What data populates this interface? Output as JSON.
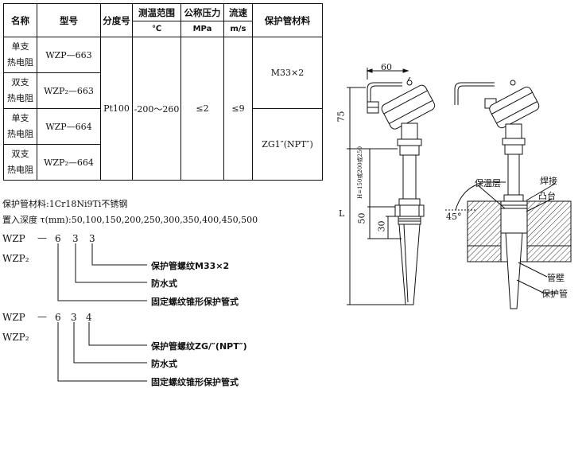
{
  "table": {
    "headers": {
      "name": "名称",
      "model": "型号",
      "graduation": "分度号",
      "range": "测温范围",
      "range_unit": "℃",
      "pressure": "公称压力",
      "pressure_unit": "MPa",
      "flow": "流速",
      "flow_unit": "m/s",
      "material": "保护管材料"
    },
    "rows": [
      {
        "name_line1": "单支",
        "name_line2": "热电阻",
        "model": "WZP—663"
      },
      {
        "name_line1": "双支",
        "name_line2": "热电阻",
        "model": "WZP₂—663"
      },
      {
        "name_line1": "单支",
        "name_line2": "热电阻",
        "model": "WZP—664"
      },
      {
        "name_line1": "双支",
        "name_line2": "热电阻",
        "model": "WZP₂—664"
      }
    ],
    "graduation": "Pt100",
    "range": "-200～260",
    "pressure": "≤2",
    "flow": "≤9",
    "material_663": "M33×2",
    "material_664": "ZG1″(NPT″)"
  },
  "notes": {
    "material_line": "保护管材料:1Cr18Ni9Ti不锈钢",
    "depth_line": "置入深度 τ(mm):50,100,150,200,250,300,350,400,450,500"
  },
  "codes": [
    {
      "line1": "WZP",
      "line2": "WZP₂",
      "dash": "—",
      "d1": "6",
      "d2": "3",
      "d3": "3",
      "desc3": "保护管螺纹M33×2",
      "desc2": "防水式",
      "desc1": "固定螺纹锥形保护管式"
    },
    {
      "line1": "WZP",
      "line2": "WZP₂",
      "dash": "—",
      "d1": "6",
      "d2": "3",
      "d3": "4",
      "desc3": "保护管螺纹ZG/″(NPT″)",
      "desc2": "防水式",
      "desc1": "固定螺纹锥形保护管式"
    }
  ],
  "drawing_left": {
    "dim_top": "60",
    "dim_head": "75",
    "dim_h": "H=150或200或250",
    "dim_50": "50",
    "dim_30": "30",
    "dim_L": "L"
  },
  "drawing_right": {
    "label_weld": "焊接",
    "label_boss": "凸台",
    "label_insulation": "保温层",
    "label_angle": "45°",
    "label_pipe_wall": "管壁",
    "label_protect_tube": "保护管"
  }
}
